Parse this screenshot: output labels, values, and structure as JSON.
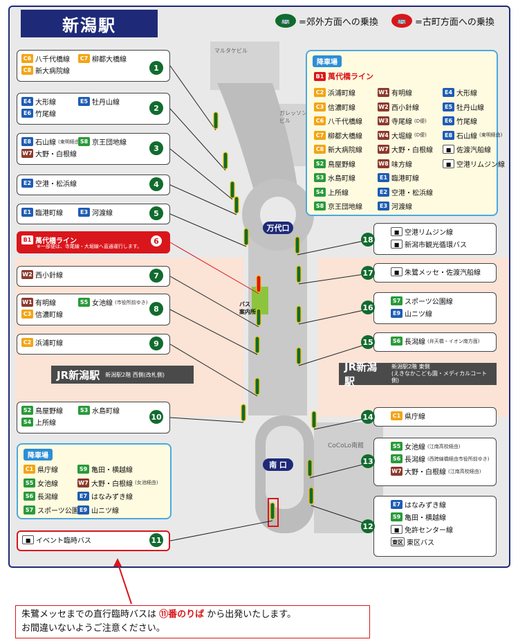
{
  "title": "新潟駅",
  "legend": {
    "suburb": "=郊外方面への乗換",
    "furumachi": "=古町方面への乗換"
  },
  "map_labels": {
    "marutakebiru": "マルタケビル",
    "garesson": "ガレッソン\nビル",
    "bandaiguchi": "万代口",
    "minamiguchi": "南 口",
    "bus_info": "バス\n案内所",
    "cocolo": "CoCoLo南館",
    "jr_west": "JR新潟駅",
    "jr_west_sub": "新潟駅2階 西側(改札側)",
    "jr_east": "JR新潟駅",
    "jr_east_sub1": "新潟駅2階 東側",
    "jr_east_sub2": "(えきなかこども園・メディカルコート側)"
  },
  "stops": [
    {
      "num": "1",
      "lines": [
        {
          "code": "C6",
          "color": "orange",
          "name": "八千代橋線"
        },
        {
          "code": "C7",
          "color": "orange",
          "name": "柳都大橋線"
        },
        {
          "code": "C8",
          "color": "orange",
          "name": "新大病院線"
        }
      ]
    },
    {
      "num": "2",
      "lines": [
        {
          "code": "E4",
          "color": "blue",
          "name": "大形線"
        },
        {
          "code": "E5",
          "color": "blue",
          "name": "牡丹山線"
        },
        {
          "code": "E6",
          "color": "blue",
          "name": "竹尾線"
        }
      ]
    },
    {
      "num": "3",
      "lines": [
        {
          "code": "E8",
          "color": "blue",
          "name": "石山線",
          "note": "(東明経由)"
        },
        {
          "code": "S8",
          "color": "green",
          "name": "京王団地線"
        },
        {
          "code": "W7",
          "color": "brown",
          "name": "大野・白根線"
        }
      ]
    },
    {
      "num": "4",
      "lines": [
        {
          "code": "E2",
          "color": "blue",
          "name": "空港・松浜線"
        }
      ]
    },
    {
      "num": "5",
      "lines": [
        {
          "code": "E1",
          "color": "blue",
          "name": "臨港町線"
        },
        {
          "code": "E3",
          "color": "blue",
          "name": "河渡線"
        }
      ]
    },
    {
      "num": "6",
      "lines": [
        {
          "code": "B1",
          "color": "red",
          "name": "萬代橋ライン",
          "note": "※一部便は、寺尾線・大堀線へ直通運行します。"
        }
      ]
    },
    {
      "num": "7",
      "lines": [
        {
          "code": "W2",
          "color": "brown",
          "name": "西小針線"
        }
      ]
    },
    {
      "num": "8",
      "lines": [
        {
          "code": "W1",
          "color": "brown",
          "name": "有明線"
        },
        {
          "code": "S5",
          "color": "green",
          "name": "女池線",
          "note": "(市役所前ゆき)"
        },
        {
          "code": "C3",
          "color": "orange",
          "name": "信濃町線"
        }
      ]
    },
    {
      "num": "9",
      "lines": [
        {
          "code": "C2",
          "color": "orange",
          "name": "浜浦町線"
        }
      ]
    },
    {
      "num": "10",
      "lines": [
        {
          "code": "S2",
          "color": "green",
          "name": "鳥屋野線"
        },
        {
          "code": "S3",
          "color": "green",
          "name": "水島町線"
        },
        {
          "code": "S4",
          "color": "green",
          "name": "上所線"
        }
      ]
    },
    {
      "num": "11",
      "lines": [
        {
          "code": "",
          "color": "",
          "name": "イベント臨時バス"
        }
      ]
    },
    {
      "num": "12",
      "lines": [
        {
          "code": "E7",
          "color": "blue",
          "name": "はなみずき線"
        },
        {
          "code": "S9",
          "color": "green",
          "name": "亀田・横越線"
        },
        {
          "code": "",
          "color": "",
          "name": "免許センター線"
        },
        {
          "code": "東区",
          "color": "box",
          "name": "東区バス"
        }
      ]
    },
    {
      "num": "13",
      "lines": [
        {
          "code": "S5",
          "color": "green",
          "name": "女池線",
          "note": "(江南高校経由)"
        },
        {
          "code": "S6",
          "color": "green",
          "name": "長潟線",
          "note": "(西跨線橋経由市役所前ゆき)"
        },
        {
          "code": "W7",
          "color": "brown",
          "name": "大野・白根線",
          "note": "(江南高校経由)"
        }
      ]
    },
    {
      "num": "14",
      "lines": [
        {
          "code": "C1",
          "color": "orange",
          "name": "県庁線"
        }
      ]
    },
    {
      "num": "15",
      "lines": [
        {
          "code": "S6",
          "color": "green",
          "name": "長潟線",
          "note": "(弁天橋・イオン南方面)"
        }
      ]
    },
    {
      "num": "16",
      "lines": [
        {
          "code": "S7",
          "color": "green",
          "name": "スポーツ公園線"
        },
        {
          "code": "E9",
          "color": "blue",
          "name": "山ニツ線"
        }
      ]
    },
    {
      "num": "17",
      "lines": [
        {
          "code": "",
          "color": "",
          "name": "朱鷺メッセ・佐渡汽船線"
        }
      ]
    },
    {
      "num": "18",
      "lines": [
        {
          "code": "",
          "color": "",
          "name": "空港リムジン線"
        },
        {
          "code": "",
          "color": "",
          "name": "新潟市観光循環バス"
        }
      ]
    }
  ],
  "panel_north": {
    "tag": "降車場",
    "b1": {
      "code": "B1",
      "name": "萬代橋ライン"
    },
    "col1": [
      {
        "code": "C2",
        "color": "orange",
        "name": "浜浦町線"
      },
      {
        "code": "C3",
        "color": "orange",
        "name": "信濃町線"
      },
      {
        "code": "C6",
        "color": "orange",
        "name": "八千代橋線"
      },
      {
        "code": "C7",
        "color": "orange",
        "name": "柳都大橋線"
      },
      {
        "code": "C8",
        "color": "orange",
        "name": "新大病院線"
      },
      {
        "code": "S2",
        "color": "green",
        "name": "鳥屋野線"
      },
      {
        "code": "S3",
        "color": "green",
        "name": "水島町線"
      },
      {
        "code": "S4",
        "color": "green",
        "name": "上所線"
      },
      {
        "code": "S8",
        "color": "green",
        "name": "京王団地線"
      }
    ],
    "col2": [
      {
        "code": "W1",
        "color": "brown",
        "name": "有明線"
      },
      {
        "code": "W2",
        "color": "brown",
        "name": "西小針線"
      },
      {
        "code": "W3",
        "color": "brown",
        "name": "寺尾線",
        "note": "(D便)"
      },
      {
        "code": "W4",
        "color": "brown",
        "name": "大堀線",
        "note": "(D便)"
      },
      {
        "code": "W7",
        "color": "brown",
        "name": "大野・白根線"
      },
      {
        "code": "W8",
        "color": "brown",
        "name": "味方線"
      },
      {
        "code": "E1",
        "color": "blue",
        "name": "臨港町線"
      },
      {
        "code": "E2",
        "color": "blue",
        "name": "空港・松浜線"
      },
      {
        "code": "E3",
        "color": "blue",
        "name": "河渡線"
      }
    ],
    "col3": [
      {
        "code": "E4",
        "color": "blue",
        "name": "大形線"
      },
      {
        "code": "E5",
        "color": "blue",
        "name": "牡丹山線"
      },
      {
        "code": "E6",
        "color": "blue",
        "name": "竹尾線"
      },
      {
        "code": "E8",
        "color": "blue",
        "name": "石山線",
        "note": "(東明経由)"
      },
      {
        "code": "",
        "color": "",
        "name": "佐渡汽船線"
      },
      {
        "code": "",
        "color": "",
        "name": "空港リムジン線"
      }
    ]
  },
  "panel_south": {
    "tag": "降車場",
    "rows": [
      [
        {
          "code": "C1",
          "color": "orange",
          "name": "県庁線"
        },
        {
          "code": "S9",
          "color": "green",
          "name": "亀田・横越線"
        }
      ],
      [
        {
          "code": "S5",
          "color": "green",
          "name": "女池線"
        },
        {
          "code": "W7",
          "color": "brown",
          "name": "大野・白根線",
          "note": "(女池経由)"
        }
      ],
      [
        {
          "code": "S6",
          "color": "green",
          "name": "長潟線"
        },
        {
          "code": "E7",
          "color": "blue",
          "name": "はなみずき線"
        }
      ],
      [
        {
          "code": "S7",
          "color": "green",
          "name": "スポーツ公園線"
        },
        {
          "code": "E9",
          "color": "blue",
          "name": "山ニツ線"
        }
      ]
    ]
  },
  "notice": {
    "line1_pre": "朱鷺メッセまでの直行臨時バスは ",
    "line1_hl": "⑪番のりば",
    "line1_post": " から出発いたします。",
    "line2": "お間違いないようご注意ください。"
  },
  "colors": {
    "navy": "#1e2a78",
    "green": "#116b2e",
    "red": "#d9161b",
    "orange": "#f2a516",
    "blue": "#1f5cb4",
    "lgreen": "#2a9a3a",
    "brown": "#8b3a2e"
  }
}
